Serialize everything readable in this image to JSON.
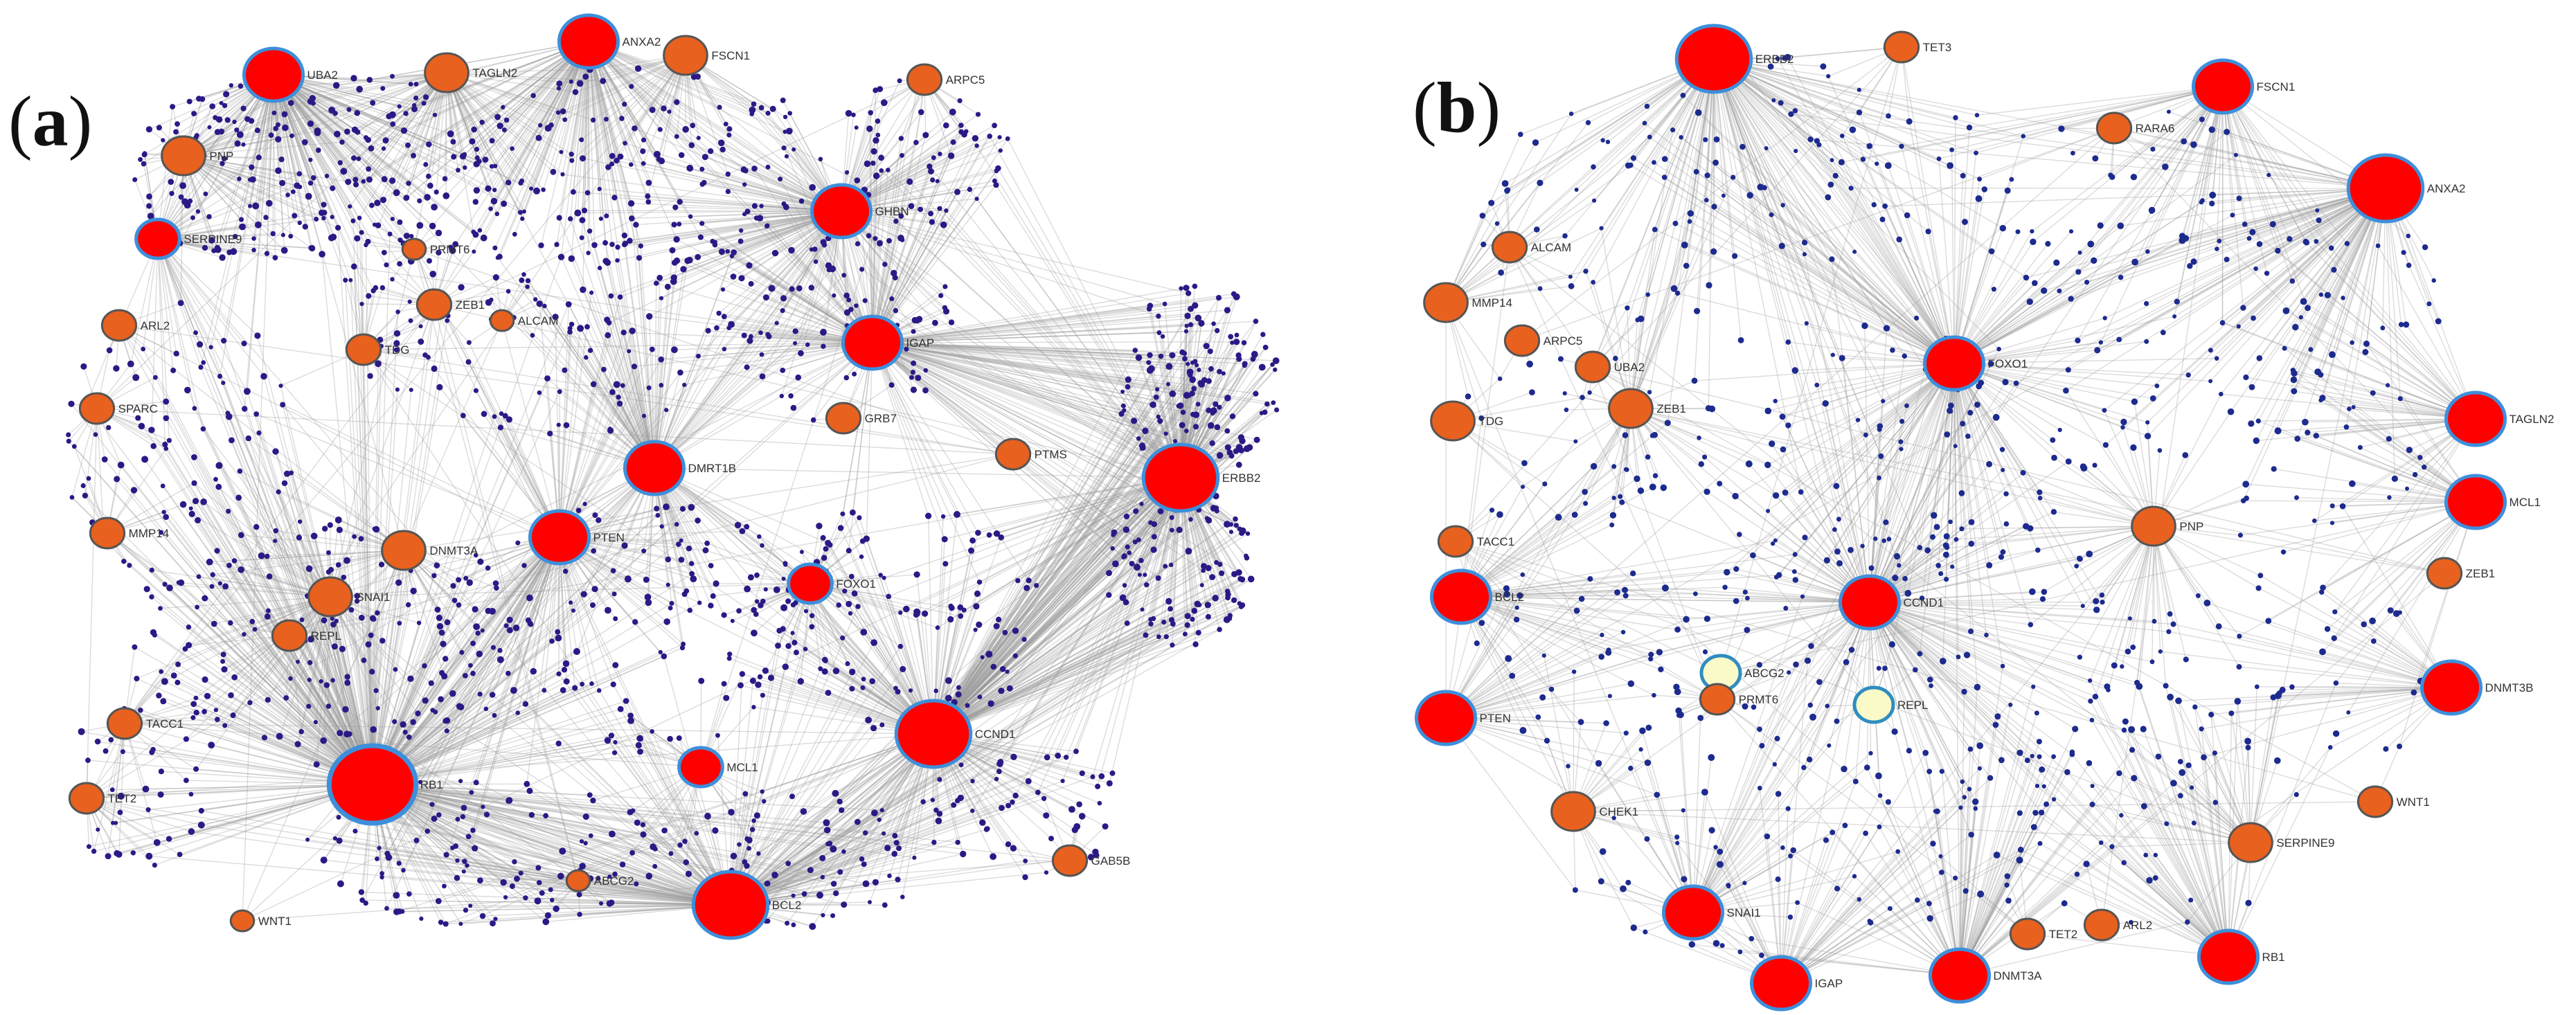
{
  "panels": [
    {
      "id": "a",
      "label_open": "(",
      "label_letter": "a",
      "label_close": ")",
      "hubs": [
        {
          "name": "UBA2",
          "size": "big"
        },
        {
          "name": "TAGLN2",
          "size": "mid"
        },
        {
          "name": "ANXA2",
          "size": "big"
        },
        {
          "name": "FSCN1",
          "size": "mid"
        },
        {
          "name": "ARPC5",
          "size": "small"
        },
        {
          "name": "PNP",
          "size": "mid"
        },
        {
          "name": "SERPINE9",
          "size": "mid"
        },
        {
          "name": "GHBN",
          "size": "big"
        },
        {
          "name": "PRMT6",
          "size": "tiny"
        },
        {
          "name": "ZEB1",
          "size": "small"
        },
        {
          "name": "ALCAM",
          "size": "tiny"
        },
        {
          "name": "ARL2",
          "size": "small"
        },
        {
          "name": "TDG",
          "size": "small"
        },
        {
          "name": "IGAP",
          "size": "big"
        },
        {
          "name": "SPARC",
          "size": "small"
        },
        {
          "name": "GRB7",
          "size": "small"
        },
        {
          "name": "PTMS",
          "size": "small"
        },
        {
          "name": "ERBB2",
          "size": "huge"
        },
        {
          "name": "DMRT1B",
          "size": "big"
        },
        {
          "name": "MMP14",
          "size": "small"
        },
        {
          "name": "PTEN",
          "size": "big"
        },
        {
          "name": "DNMT3A",
          "size": "mid"
        },
        {
          "name": "FOXO1",
          "size": "mid"
        },
        {
          "name": "SNAI1",
          "size": "mid"
        },
        {
          "name": "REPL",
          "size": "small"
        },
        {
          "name": "TACC1",
          "size": "small"
        },
        {
          "name": "CCND1",
          "size": "huge"
        },
        {
          "name": "RB1",
          "size": "giant"
        },
        {
          "name": "MCL1",
          "size": "mid"
        },
        {
          "name": "TET2",
          "size": "small"
        },
        {
          "name": "ABCG2",
          "size": "tiny"
        },
        {
          "name": "BCL2",
          "size": "huge"
        },
        {
          "name": "GAB5B",
          "size": "small"
        },
        {
          "name": "WNT1",
          "size": "tiny"
        }
      ]
    },
    {
      "id": "b",
      "label_open": "(",
      "label_letter": "b",
      "label_close": ")",
      "hubs": [
        {
          "name": "ERBB2",
          "size": "huge"
        },
        {
          "name": "TET3",
          "size": "small"
        },
        {
          "name": "FSCN1",
          "size": "big"
        },
        {
          "name": "RARA6",
          "size": "small"
        },
        {
          "name": "ANXA2",
          "size": "huge"
        },
        {
          "name": "ALCAM",
          "size": "small"
        },
        {
          "name": "MMP14",
          "size": "mid"
        },
        {
          "name": "ARPC5",
          "size": "small"
        },
        {
          "name": "UBA2",
          "size": "small"
        },
        {
          "name": "FOXO1",
          "size": "big"
        },
        {
          "name": "ZEB1",
          "size": "mid"
        },
        {
          "name": "TDG",
          "size": "mid"
        },
        {
          "name": "TAGLN2",
          "size": "big"
        },
        {
          "name": "MCL1",
          "size": "big"
        },
        {
          "name": "PNP",
          "size": "mid"
        },
        {
          "name": "TACC1",
          "size": "small"
        },
        {
          "name": "ZEB1",
          "size": "small"
        },
        {
          "name": "BCL2",
          "size": "big"
        },
        {
          "name": "CCND1",
          "size": "big"
        },
        {
          "name": "ABCG2",
          "size": "pale"
        },
        {
          "name": "PRMT6",
          "size": "small"
        },
        {
          "name": "REPL",
          "size": "pale"
        },
        {
          "name": "DNMT3B",
          "size": "big"
        },
        {
          "name": "PTEN",
          "size": "big"
        },
        {
          "name": "WNT1",
          "size": "small"
        },
        {
          "name": "CHEK1",
          "size": "mid"
        },
        {
          "name": "SERPINE9",
          "size": "mid"
        },
        {
          "name": "SNAI1",
          "size": "big"
        },
        {
          "name": "TET2",
          "size": "small"
        },
        {
          "name": "ARL2",
          "size": "small"
        },
        {
          "name": "RB1",
          "size": "big"
        },
        {
          "name": "IGAP",
          "size": "big"
        },
        {
          "name": "DNMT3A",
          "size": "big"
        }
      ]
    }
  ],
  "colors": {
    "hub_fill": "#ff0000",
    "hub_border": "#3d8fdb",
    "minor_fill": "#e8611f",
    "minor_border": "#555555",
    "pale_fill": "#fafac8",
    "pale_border": "#2f8dc0",
    "dot_a": "#2a1a86",
    "dot_b": "#1d2a8e",
    "edge": "#9a9a9a"
  }
}
